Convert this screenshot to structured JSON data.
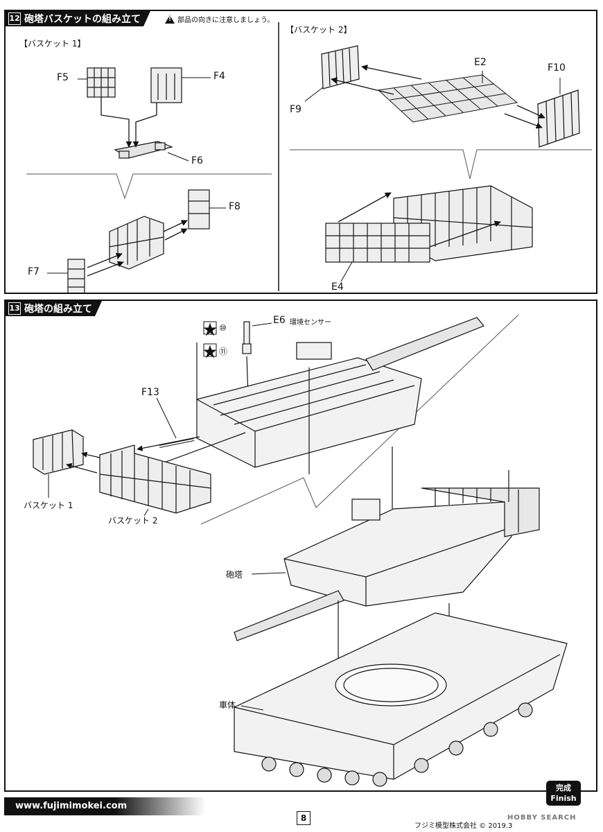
{
  "step12": {
    "number": "12",
    "title": "砲塔バスケットの組み立て",
    "caution": "部品の向きに注意しましょう。",
    "basket1": {
      "title": "【バスケット 1】",
      "parts": [
        "F5",
        "F4",
        "F6",
        "F7",
        "F8"
      ]
    },
    "basket2": {
      "title": "【バスケット 2】",
      "parts": [
        "E2",
        "F10",
        "F9",
        "E4"
      ]
    }
  },
  "step13": {
    "number": "13",
    "title": "砲塔の組み立て",
    "markers": [
      "⑩",
      "⑪"
    ],
    "e6_label": "E6",
    "e6_desc": "環境センサー",
    "f13": "F13",
    "basket1_label": "バスケット 1",
    "basket2_label": "バスケット 2",
    "turret_label": "砲塔",
    "hull_label": "車体"
  },
  "footer": {
    "url": "www.fujimimokei.com",
    "page": "8",
    "copyright": "フジミ模型株式会社 © 2019.3",
    "finish_jp": "完成",
    "finish_en": "Finish",
    "watermark": "HOBBY SEARCH"
  }
}
